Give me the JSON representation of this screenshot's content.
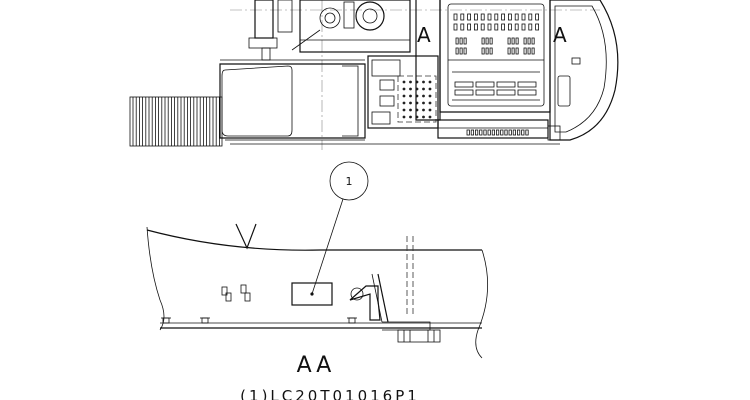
{
  "drawing": {
    "section_marker_left": "A",
    "section_marker_right": "A",
    "balloon_number": "1",
    "section_title": "AA",
    "part_caption": "(1)LC20T01016P1"
  }
}
